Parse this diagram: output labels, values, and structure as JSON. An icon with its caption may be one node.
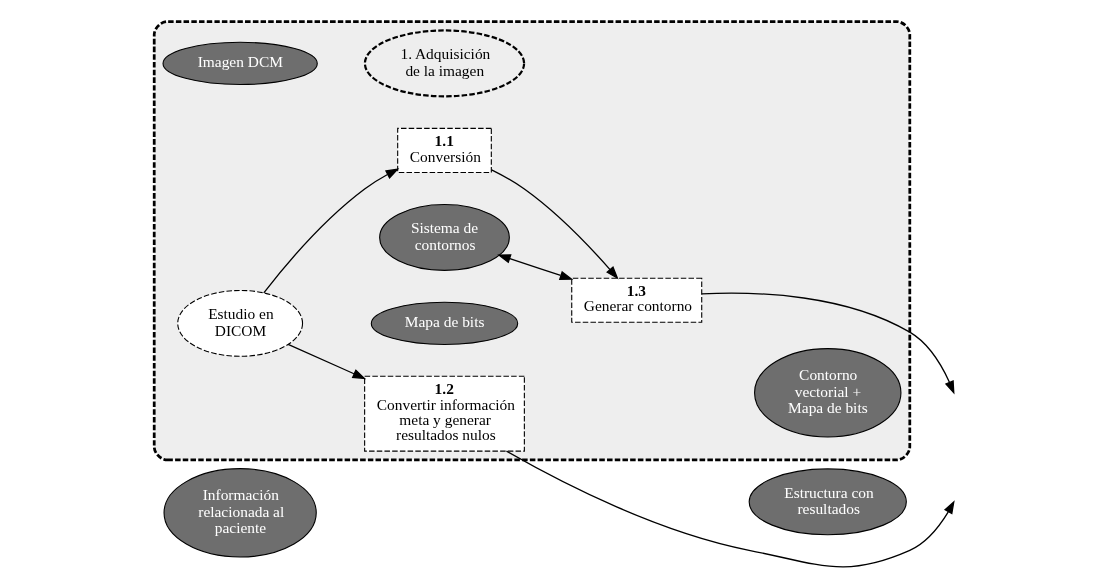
{
  "diagram": {
    "nodes": [
      {
        "text": [],
        "shape": "box"
      },
      {
        "text": [
          "1. Adquisición de la imagen"
        ],
        "in": 0
      },
      {
        "text": [
          "Imagen DCM"
        ],
        "in": 0
      },
      {
        "text": [
          "Estudio en DICOM"
        ],
        "in": 0
      },
      {
        "text": [
          "1.1",
          "Conversión"
        ],
        "in": 0
      },
      {
        "text": [
          "Mapa de bits"
        ],
        "in": 0
      },
      {
        "text": [
          "Sistema de contornos"
        ],
        "in": 0
      },
      {
        "text": [
          "1.3",
          "Generar contorno"
        ],
        "in": 0
      },
      {
        "text": [
          "Contorno vectorial + Mapa de bits"
        ],
        "in": 0
      },
      {
        "text": [
          "Información relacionada al paciente"
        ]
      },
      {
        "text": [
          "1.2",
          "Convertir información meta y generar resultados nulos"
        ],
        "in": 0
      },
      {
        "text": [
          "Estructura con resultados"
        ]
      }
    ],
    "edges": [
      {
        "from": 3,
        "to": 4,
        "arrow": "to"
      },
      {
        "from": 4,
        "to": 7,
        "arrow": "to"
      },
      {
        "from": 6,
        "to": 7,
        "arrow": "both"
      },
      {
        "from": 7,
        "to": null,
        "arrow": "to"
      },
      {
        "from": 3,
        "to": 10,
        "arrow": "to"
      },
      {
        "from": 10,
        "to": null,
        "arrow": "to"
      }
    ]
  }
}
